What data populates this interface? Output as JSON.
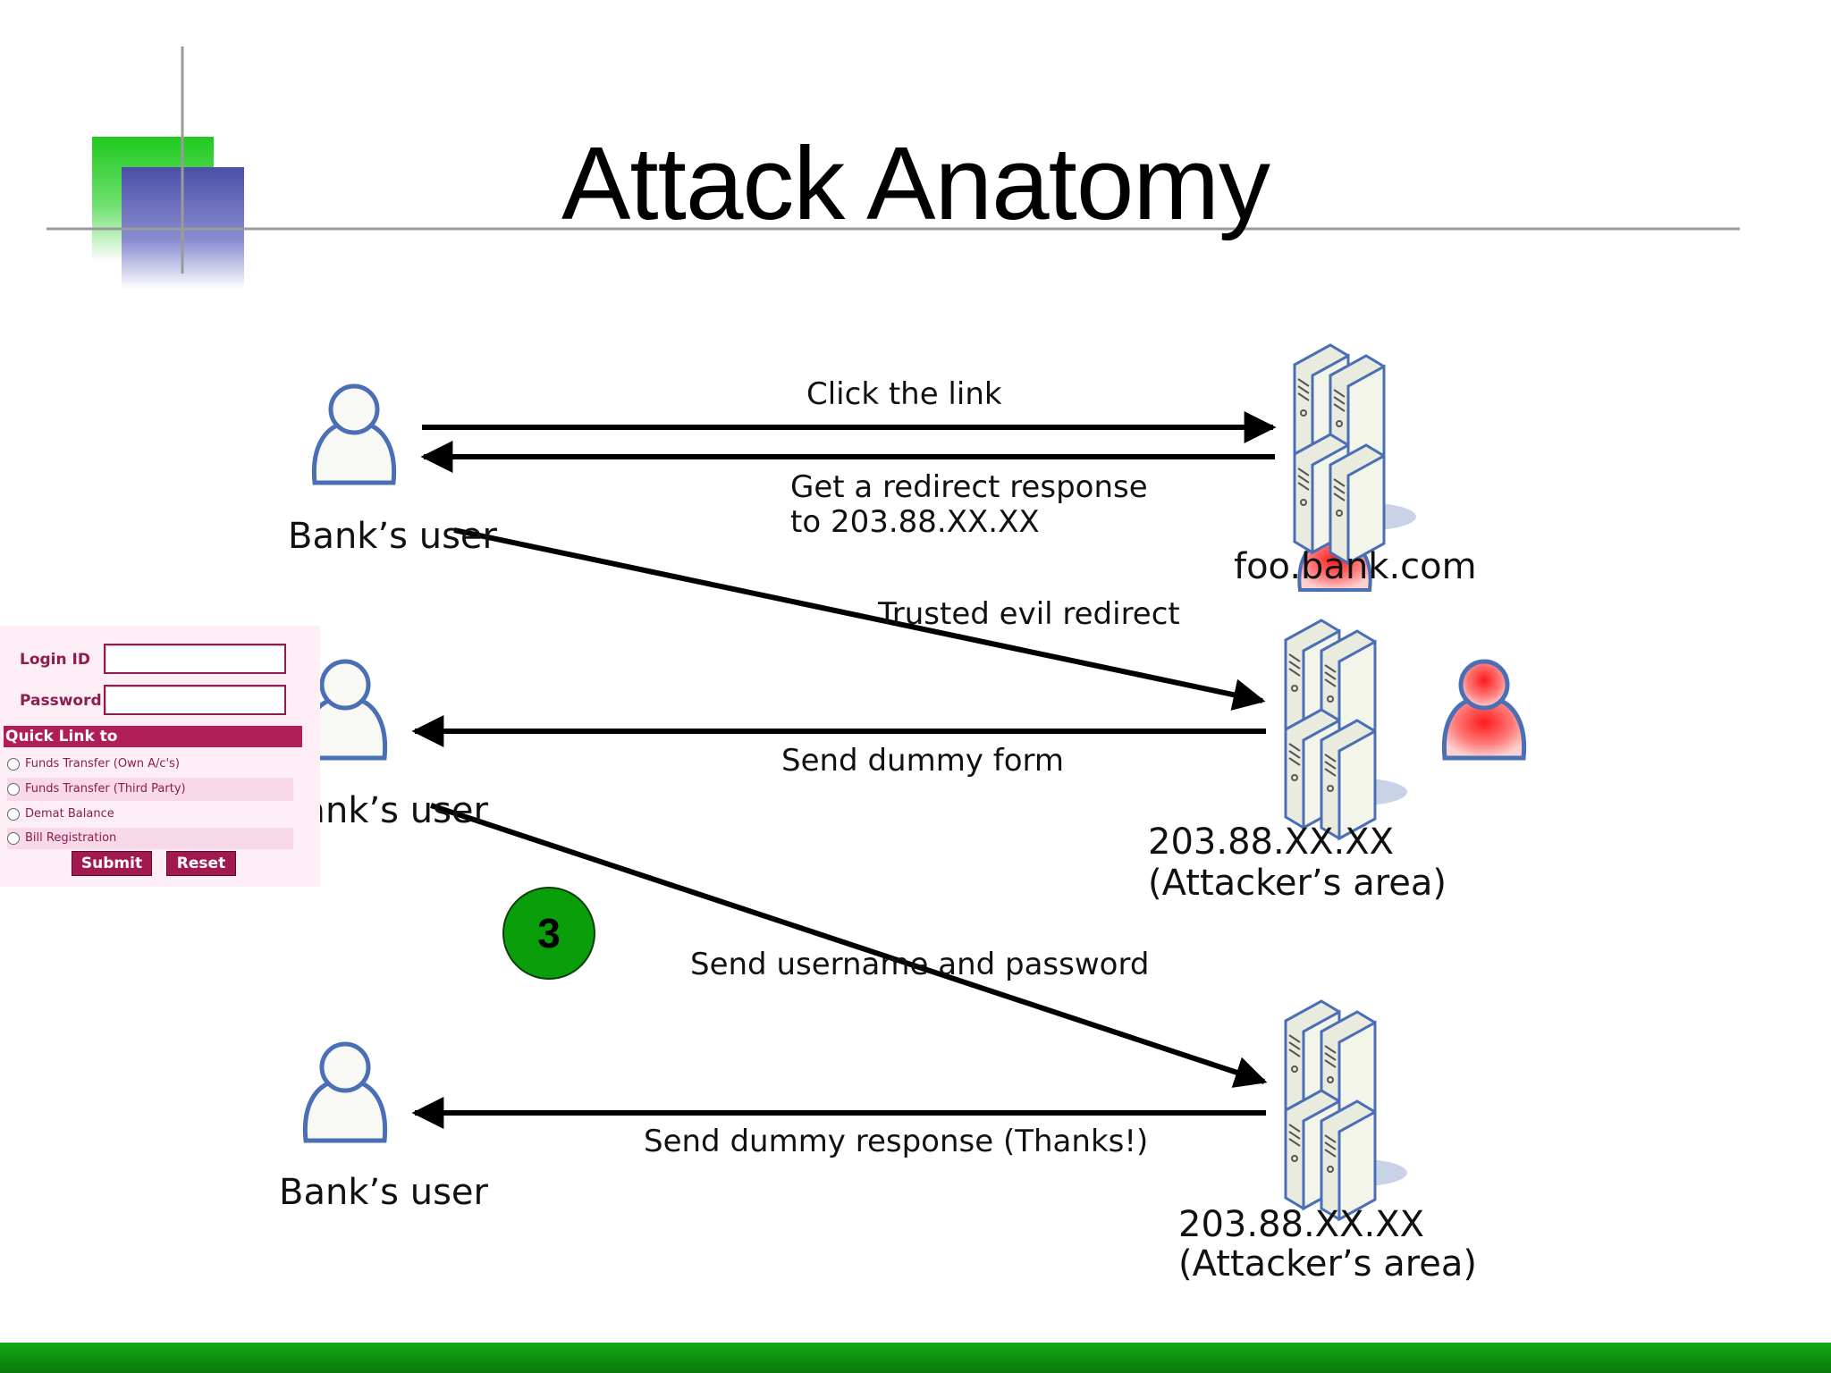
{
  "slide": {
    "title": "Attack Anatomy"
  },
  "colors": {
    "accent_green": "#1fc91f",
    "accent_blue": "#5a5fb0",
    "footer_green": "#0f8f0f",
    "badge_green": "#0a9e0a",
    "form_maroon": "#a1194f",
    "form_pink": "#fdeef5"
  },
  "actors": {
    "user_1": "Bank’s user",
    "user_2": "Bank’s user",
    "user_3": "Bank’s user",
    "server_bank": "foo.bank.com",
    "server_attacker_1_ip": "203.88.XX.XX",
    "server_attacker_1_area": "(Attacker’s area)",
    "server_attacker_2_ip": "203.88.XX.XX",
    "server_attacker_2_area": "(Attacker’s area)"
  },
  "messages": {
    "click_link": "Click the link",
    "redirect_line1": "Get a redirect response",
    "redirect_line2": "to 203.88.XX.XX",
    "trusted_redirect": "Trusted evil redirect",
    "dummy_form": "Send dummy form",
    "send_credentials": "Send username and password",
    "dummy_response": "Send dummy response (Thanks!)"
  },
  "step_badge": "3",
  "login_form": {
    "login_label": "Login ID",
    "password_label": "Password",
    "login_value": "",
    "password_value": "",
    "quick_link_title": "Quick Link to",
    "options": [
      "Funds Transfer (Own A/c's)",
      "Funds Transfer (Third Party)",
      "Demat Balance",
      "Bill Registration"
    ],
    "submit_label": "Submit",
    "reset_label": "Reset"
  },
  "icons": {
    "user": "user-person-icon",
    "attacker": "attacker-person-icon",
    "server": "server-rack-icon"
  }
}
